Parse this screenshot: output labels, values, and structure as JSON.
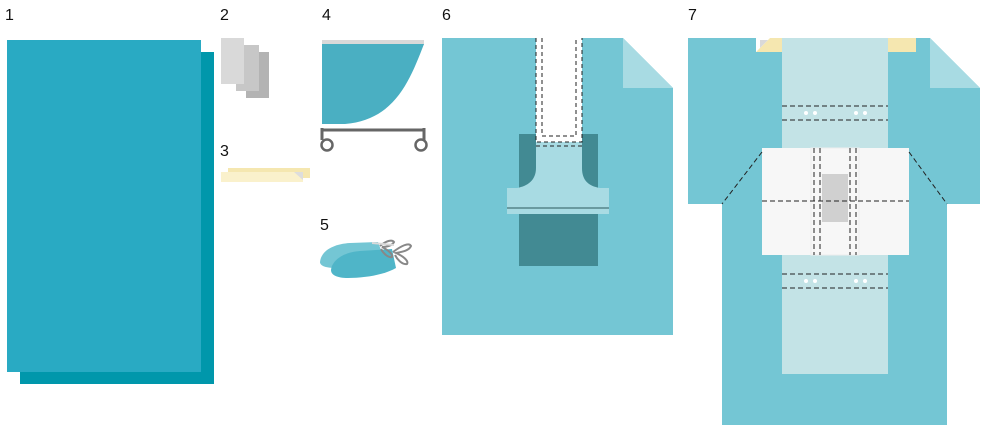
{
  "labels": {
    "item1": "1",
    "item2": "2",
    "item3": "3",
    "item4": "4",
    "item5": "5",
    "item6": "6",
    "item7": "7"
  },
  "colors": {
    "drape_dark": "#0097ab",
    "drape_main": "#29aac3",
    "drape_light": "#74c6d4",
    "drape_pale": "#a8dbe3",
    "drape_paler": "#c3e3e6",
    "fenestration_dark": "#428a93",
    "fenestration_mid": "#3e8790",
    "gray_light": "#d9d9d9",
    "gray_mid": "#c7c7c7",
    "gray_dark": "#b3b3b3",
    "tape_yellow": "#f5e7b0",
    "tape_yellow_light": "#faf1cc",
    "absorbent_white": "#f7f7f7",
    "absorbent_gray": "#d0d0d0",
    "stand_gray": "#666666",
    "label_text": "#111111"
  },
  "icons": {
    "item1": "large-drape-sheet-icon",
    "item2": "gauze-swabs-icon",
    "item3": "adhesive-tape-icon",
    "item4": "mayo-stand-cover-icon",
    "item5": "shoe-covers-icon",
    "item6": "fenestrated-drape-icon",
    "item7": "laparotomy-drape-icon"
  }
}
